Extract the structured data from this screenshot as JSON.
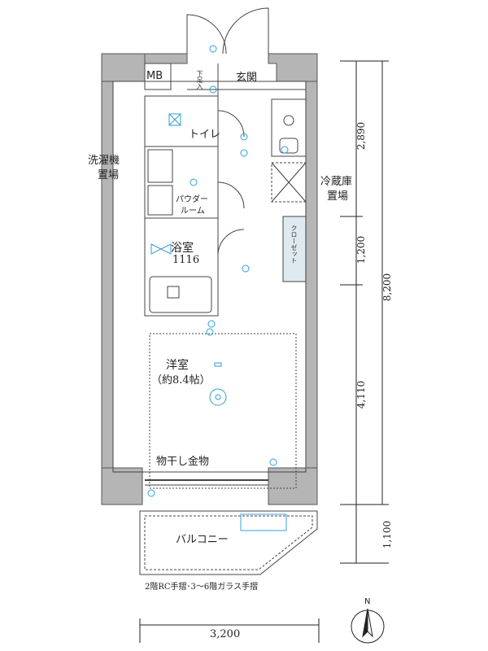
{
  "labels": {
    "mb": "MB",
    "entrance": "玄関",
    "shoe_box": "下足入",
    "toilet": "トイレ",
    "washer_1": "洗濯機",
    "washer_2": "置場",
    "powder_1": "パウダー",
    "powder_2": "ルーム",
    "fridge_1": "冷蔵庫",
    "fridge_2": "置場",
    "closet": "クローゼット",
    "bath_1": "浴室",
    "bath_2": "1116",
    "western_1": "洋室",
    "western_2": "（約8.4帖）",
    "hanger": "物干し金物",
    "balcony": "バルコニー",
    "rail_note": "2階RC手摺･3～6階ガラス手摺"
  },
  "dimensions": {
    "d1": "2,890",
    "d2": "1,200",
    "d3": "4,110",
    "total": "8,200",
    "balcony": "1,100",
    "width": "3,200"
  },
  "compass": {
    "north": "N"
  }
}
